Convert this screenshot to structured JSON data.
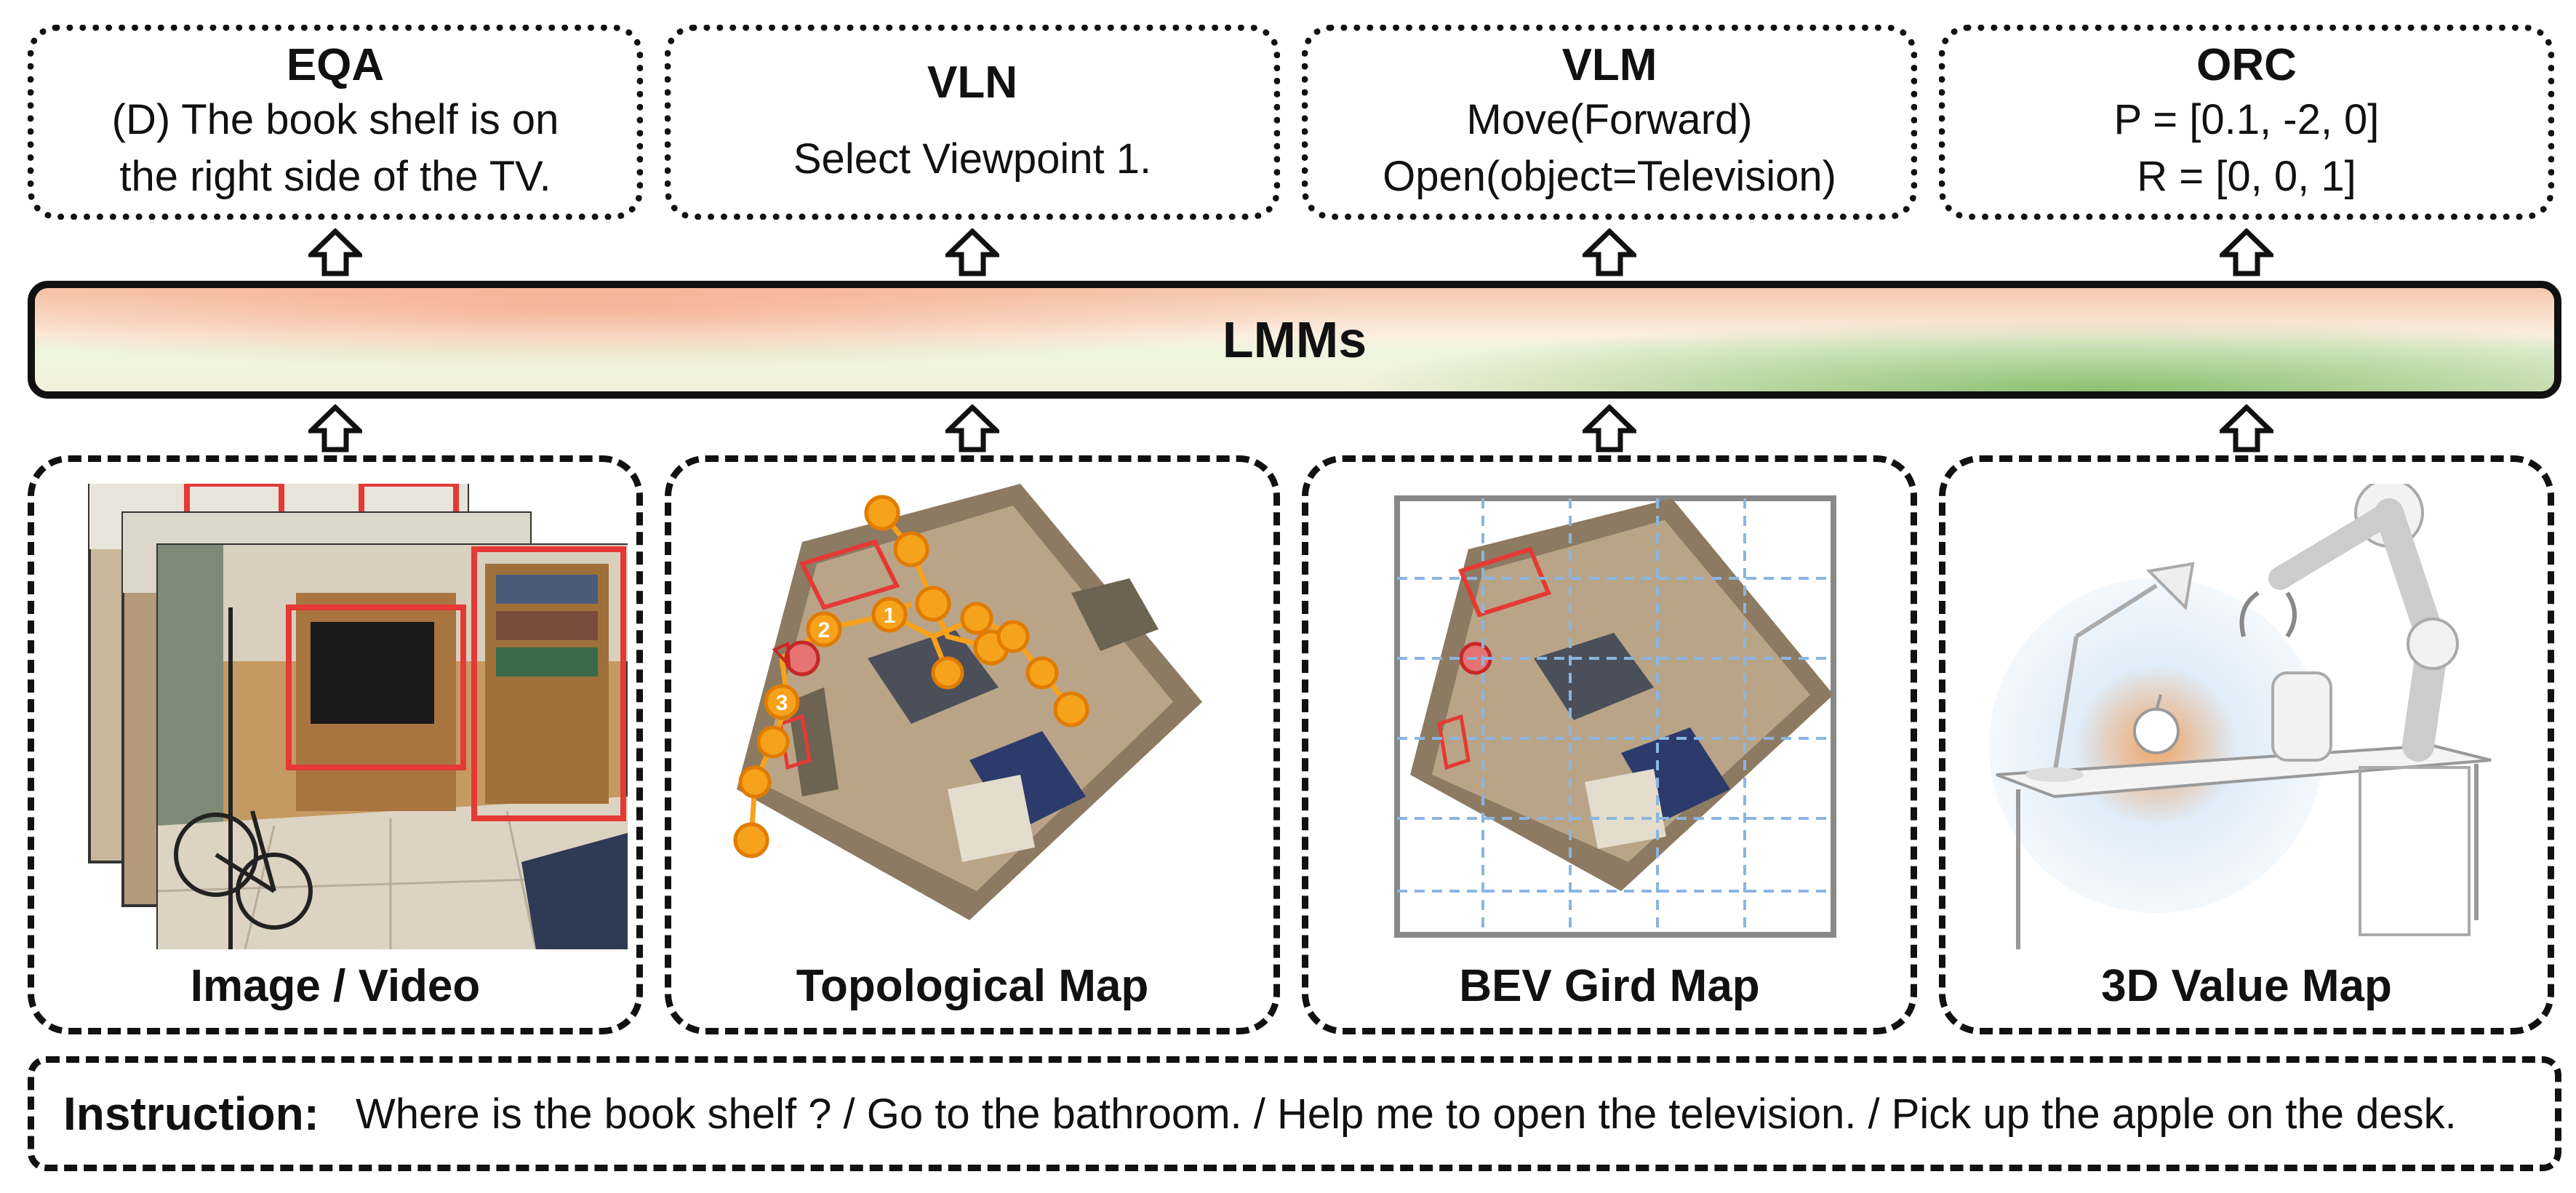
{
  "outputs": [
    {
      "title": "EQA",
      "lines": [
        "(D) The book shelf is on",
        "the right side of the TV."
      ]
    },
    {
      "title": "VLN",
      "lines": [
        "Select Viewpoint 1."
      ]
    },
    {
      "title": "VLM",
      "lines": [
        "Move(Forward)",
        "Open(object=Television)"
      ]
    },
    {
      "title": "ORC",
      "lines": [
        "P = [0.1, -2, 0]",
        "R = [0, 0, 1]"
      ]
    }
  ],
  "model": {
    "label": "LMMs"
  },
  "representations": [
    {
      "label": "Image / Video",
      "icon": "image-frames-icon"
    },
    {
      "label": "Topological Map",
      "icon": "topological-map-icon",
      "nodes": [
        "1",
        "2",
        "3"
      ]
    },
    {
      "label": "BEV Gird Map",
      "icon": "bev-grid-icon"
    },
    {
      "label": "3D Value Map",
      "icon": "value-map-icon"
    }
  ],
  "instruction": {
    "label": "Instruction:",
    "text": "Where is the book shelf ? / Go to the bathroom. / Help me to open the television. / Pick up the apple on the desk."
  },
  "colors": {
    "frame": "#111111",
    "bbox_red": "#e53935",
    "node_orange": "#f7a21b",
    "grid_blue": "#8ab6e0",
    "lmm_left": "#f39a73",
    "lmm_right": "#67af4b"
  }
}
